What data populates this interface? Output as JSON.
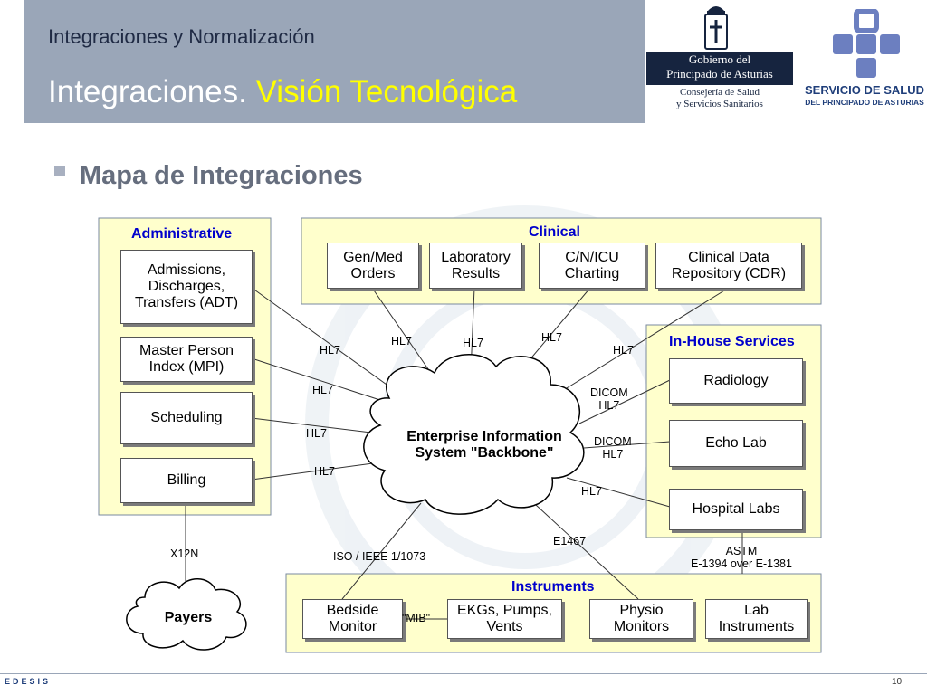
{
  "header": {
    "subtitle": "Integraciones y Normalización",
    "title_main": "Integraciones. ",
    "title_highlight": "Visión Tecnológica"
  },
  "logos": {
    "gov_line1": "Gobierno del",
    "gov_line2": "Principado de Asturias",
    "gov_line3": "Consejería de Salud",
    "gov_line4": "y Servicios Sanitarios",
    "sespa_name": "SERVICIO DE SALUD",
    "sespa_sub": "DEL PRINCIPADO DE ASTURIAS"
  },
  "section": {
    "heading": "Mapa de Integraciones"
  },
  "groups": {
    "administrative": "Administrative",
    "clinical": "Clinical",
    "inhouse": "In-House Services",
    "instruments": "Instruments"
  },
  "nodes": {
    "adt": "Admissions, Discharges, Transfers (ADT)",
    "mpi": "Master Person Index (MPI)",
    "scheduling": "Scheduling",
    "billing": "Billing",
    "genmed": "Gen/Med Orders",
    "labresults": "Laboratory Results",
    "cnicu": "C/N/ICU Charting",
    "cdr": "Clinical Data Repository (CDR)",
    "radiology": "Radiology",
    "echolab": "Echo Lab",
    "hosplabs": "Hospital Labs",
    "bedside": "Bedside Monitor",
    "ekgs": "EKGs, Pumps, Vents",
    "physio": "Physio Monitors",
    "labinstr": "Lab Instruments",
    "backbone": "Enterprise Information System \"Backbone\"",
    "payers": "Payers"
  },
  "links": {
    "hl7_adt": "HL7",
    "hl7_mpi": "HL7",
    "hl7_sched": "HL7",
    "hl7_billing": "HL7",
    "hl7_genmed": "HL7",
    "hl7_labres": "HL7",
    "hl7_cnicu": "HL7",
    "hl7_cdr": "HL7",
    "dicom_rad_1": "DICOM",
    "dicom_rad_2": "HL7",
    "dicom_echo_1": "DICOM",
    "dicom_echo_2": "HL7",
    "hl7_hosplabs": "HL7",
    "x12n": "X12N",
    "iso": "ISO / IEEE 1/1073",
    "e1467": "E1467",
    "astm_1": "ASTM",
    "astm_2": "E-1394 over E-1381",
    "mib": "\"MIB\""
  },
  "footer": {
    "logo": "EDESIS",
    "page_number": "10"
  },
  "colors": {
    "header_bg": "#9aa6b8",
    "title_highlight": "#ffff00",
    "group_fill": "#ffffcc",
    "group_title": "#0000cc",
    "dark_navy": "#16243f",
    "sespa_blue": "#1f3e7a",
    "sespa_cross": "#6c7fc0"
  }
}
